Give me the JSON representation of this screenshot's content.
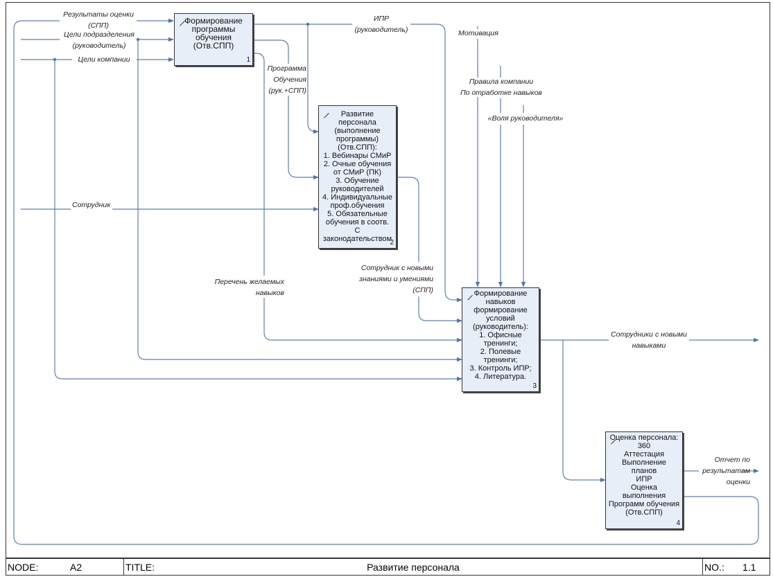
{
  "diagram": {
    "type": "IDEF0",
    "line_color": "#5b7fb5",
    "box_fill": "#e8eef8",
    "boxes": [
      {
        "id": 1,
        "title": "Формирование\nпрограммы\nобучения\n(Отв.СПП)",
        "number": "1"
      },
      {
        "id": 2,
        "title": "Развитие\nперсонала\n(выполнение\nпрограммы)\n(Отв.СПП):\n1. Вебинары СМиР\n2. Очные обучения\nот СМиР (ПК)\n3. Обучение\nруководителей\n4. Индивидуальные\nпроф.обучения\n5. Обязательные\nобучения в соотв.\nС законодательством",
        "number": "2"
      },
      {
        "id": 3,
        "title": "Формирование\nнавыков\nформирование\nусловий\n(руководитель):\n1. Офисные\nтренинги;\n2. Полевые\nтренинги;\n3. Контроль ИПР;\n4. Литература.",
        "number": "3"
      },
      {
        "id": 4,
        "title": "Оценка персонала:\n360\nАттестация\nВыполнение\nпланов\nИПР\nОценка\nвыполнения\nПрограмм обучения\n(Отв.СПП)",
        "number": "4"
      }
    ],
    "arrow_labels": {
      "results": "Результаты оценки\n(СПП)",
      "dept_goals": "Цели подразделения\n(руководитель)",
      "company_goals": "Цели компании",
      "ipr": "ИПР\n(руководитель)",
      "motivation": "Мотивация",
      "rules": "Правила компании\nПо отработке навыков",
      "will": "«Воля руководителя»",
      "program": "Программа\nОбучения\n(рук.+СПП)",
      "employee": "Сотрудник",
      "skills_list": "Перечень желаемых\nнавыков",
      "employee_new_knowledge": "Сотрудник с новыми\nзнаниями и умениями\n(СПП)",
      "employees_new_skills": "Сотрудники с новыми\nнавыками",
      "report": "Отчет по\nрезультатам\nоценки"
    }
  },
  "footer": {
    "node_label": "NODE:",
    "node_value": "A2",
    "title_label": "TITLE:",
    "title_value": "Развитие персонала",
    "no_label": "NO.:",
    "no_value": "1.1"
  }
}
